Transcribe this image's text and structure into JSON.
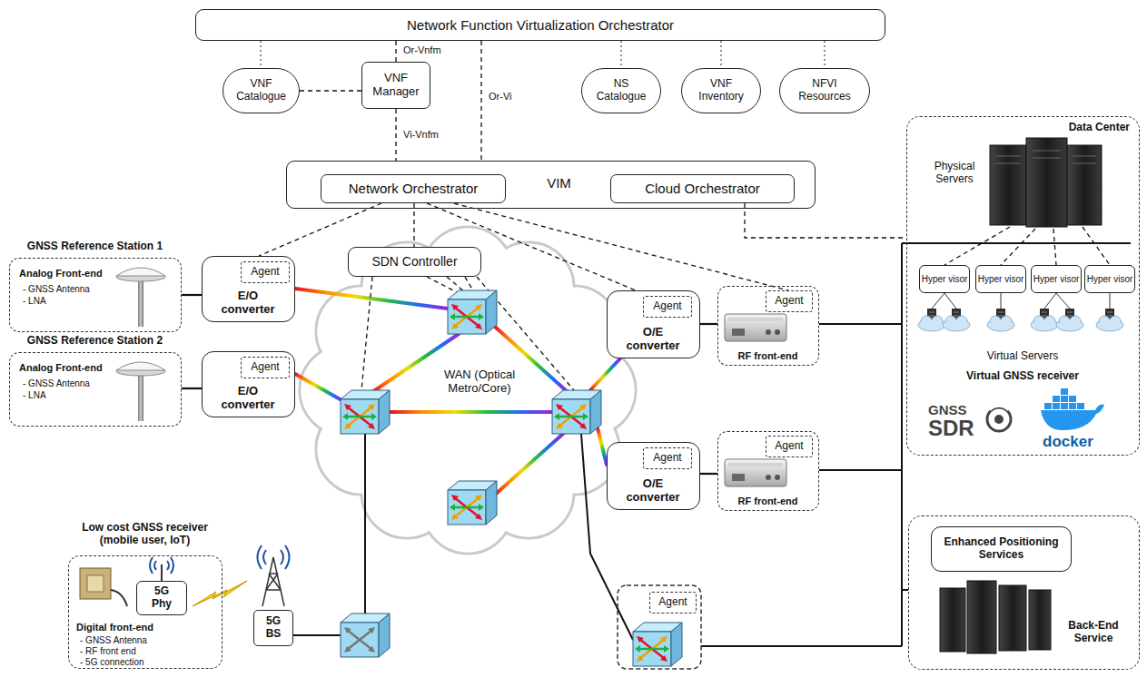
{
  "diagram": {
    "nodes": [
      {
        "text": [
          "Network Function Virtualization Orchestrator"
        ]
      },
      {
        "text": [
          "VNF Catalogue"
        ]
      },
      {
        "text": [
          "VNF Manager"
        ]
      },
      {
        "text": [
          "NS Catalogue"
        ]
      },
      {
        "text": [
          "VNF Inventory"
        ]
      },
      {
        "text": [
          "NFVI Resources"
        ]
      },
      {
        "text": [
          "VIM"
        ]
      },
      {
        "text": [
          "Network Orchestrator"
        ],
        "in": 6
      },
      {
        "text": [
          "Cloud Orchestrator"
        ],
        "in": 6
      },
      {
        "text": [
          "GNSS Reference Station 1",
          "Analog Front-end",
          "- GNSS Antenna",
          "- LNA"
        ]
      },
      {
        "text": [
          "E/O converter"
        ]
      },
      {
        "text": [
          "Agent"
        ],
        "in": 10
      },
      {
        "text": [
          "GNSS Reference Station 2",
          "Analog Front-end",
          "- GNSS Antenna",
          "- LNA"
        ]
      },
      {
        "text": [
          "E/O converter"
        ]
      },
      {
        "text": [
          "Agent"
        ],
        "in": 13
      },
      {
        "text": [
          "SDN Controller"
        ]
      },
      {
        "text": [
          "O/E converter"
        ]
      },
      {
        "text": [
          "Agent"
        ],
        "in": 16
      },
      {
        "text": [
          "RF front-end"
        ]
      },
      {
        "text": [
          "Agent"
        ],
        "in": 18
      },
      {
        "text": [
          "O/E converter"
        ]
      },
      {
        "text": [
          "Agent"
        ],
        "in": 20
      },
      {
        "text": [
          "RF front-end"
        ]
      },
      {
        "text": [
          "Agent"
        ],
        "in": 22
      },
      {
        "text": [
          "Data Center",
          "Physical Servers",
          "Virtual Servers",
          "Virtual GNSS receiver"
        ]
      },
      {
        "text": [
          "Hyper visor"
        ],
        "in": 24
      },
      {
        "text": [
          "Hyper visor"
        ],
        "in": 24
      },
      {
        "text": [
          "Hyper visor"
        ],
        "in": 24
      },
      {
        "text": [
          "Hyper visor"
        ],
        "in": 24
      },
      {
        "text": [
          "Low cost GNSS receiver (mobile user, IoT)",
          "Digital front-end",
          "- GNSS Antenna",
          "- RF front end",
          "- 5G connection"
        ]
      },
      {
        "text": [
          "5G Phy"
        ],
        "in": 29
      },
      {
        "text": [
          "5G BS"
        ]
      },
      {
        "text": [
          "Agent"
        ]
      },
      {
        "text": [
          "Back-End Service"
        ]
      },
      {
        "text": [
          "Enhanced Positioning Services"
        ],
        "in": 33
      }
    ],
    "edges": [
      {
        "from": 0,
        "to": 2,
        "arrow": "none",
        "label": "Or-Vnfm"
      },
      {
        "from": 2,
        "to": 6,
        "arrow": "none",
        "label": "Vi-Vnfm"
      },
      {
        "from": 0,
        "to": 6,
        "arrow": "none",
        "label": "Or-Vi"
      },
      {
        "from": 1,
        "to": 2,
        "arrow": "none"
      },
      {
        "from": 0,
        "to": 1,
        "arrow": "none"
      },
      {
        "from": 0,
        "to": 3,
        "arrow": "none"
      },
      {
        "from": 0,
        "to": 4,
        "arrow": "none"
      },
      {
        "from": 0,
        "to": 5,
        "arrow": "none"
      },
      {
        "from": 7,
        "to": 15,
        "arrow": "none"
      },
      {
        "from": 7,
        "to": 10,
        "arrow": "none"
      },
      {
        "from": 7,
        "to": 16,
        "arrow": "none"
      },
      {
        "from": 7,
        "to": 19,
        "arrow": "none"
      },
      {
        "from": 8,
        "to": 24,
        "arrow": "none"
      },
      {
        "from": 9,
        "to": 10,
        "arrow": "none"
      },
      {
        "from": 12,
        "to": 13,
        "arrow": "none"
      },
      {
        "from": 16,
        "to": 18,
        "arrow": "none"
      },
      {
        "from": 20,
        "to": 22,
        "arrow": "none"
      }
    ],
    "labels": [
      "WAN (Optical Metro/Core)",
      "GNSS",
      "SDR",
      "docker"
    ]
  }
}
